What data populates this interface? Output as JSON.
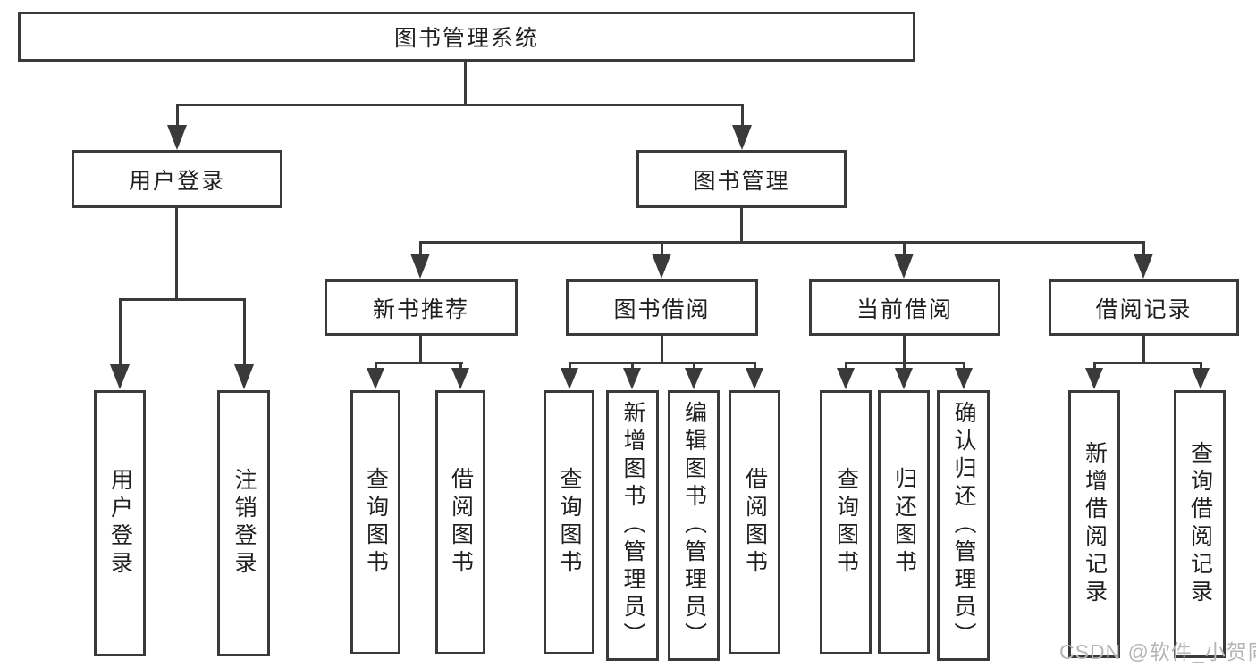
{
  "nodes": {
    "root": {
      "label": "图书管理系统"
    },
    "user_login": {
      "label": "用户登录"
    },
    "book_management": {
      "label": "图书管理"
    },
    "new_book_recommend": {
      "label": "新书推荐"
    },
    "book_borrow": {
      "label": "图书借阅"
    },
    "current_borrow": {
      "label": "当前借阅"
    },
    "borrow_record": {
      "label": "借阅记录"
    },
    "login": {
      "label": "用户登录"
    },
    "logout": {
      "label": "注销登录"
    },
    "nbr_query_book": {
      "label": "查询图书"
    },
    "nbr_borrow_book": {
      "label": "借阅图书"
    },
    "bb_query_book": {
      "label": "查询图书"
    },
    "bb_add_book": {
      "label": "新增图书（管理员）"
    },
    "bb_edit_book": {
      "label": "编辑图书（管理员）"
    },
    "bb_borrow_book": {
      "label": "借阅图书"
    },
    "cb_query_book": {
      "label": "查询图书"
    },
    "cb_return_book": {
      "label": "归还图书"
    },
    "cb_confirm_return": {
      "label": "确认归还（管理员）"
    },
    "br_new_record": {
      "label": "新增借阅记录"
    },
    "br_query_record": {
      "label": "查询借阅记录"
    }
  },
  "edges": [
    [
      "root",
      "user_login"
    ],
    [
      "root",
      "book_management"
    ],
    [
      "user_login",
      "login"
    ],
    [
      "user_login",
      "logout"
    ],
    [
      "book_management",
      "new_book_recommend"
    ],
    [
      "book_management",
      "book_borrow"
    ],
    [
      "book_management",
      "current_borrow"
    ],
    [
      "book_management",
      "borrow_record"
    ],
    [
      "new_book_recommend",
      "nbr_query_book"
    ],
    [
      "new_book_recommend",
      "nbr_borrow_book"
    ],
    [
      "book_borrow",
      "bb_query_book"
    ],
    [
      "book_borrow",
      "bb_add_book"
    ],
    [
      "book_borrow",
      "bb_edit_book"
    ],
    [
      "book_borrow",
      "bb_borrow_book"
    ],
    [
      "current_borrow",
      "cb_query_book"
    ],
    [
      "current_borrow",
      "cb_return_book"
    ],
    [
      "current_borrow",
      "cb_confirm_return"
    ],
    [
      "borrow_record",
      "br_new_record"
    ],
    [
      "borrow_record",
      "br_query_record"
    ]
  ],
  "watermark": {
    "text": "CSDN @软件_小贺同学"
  }
}
